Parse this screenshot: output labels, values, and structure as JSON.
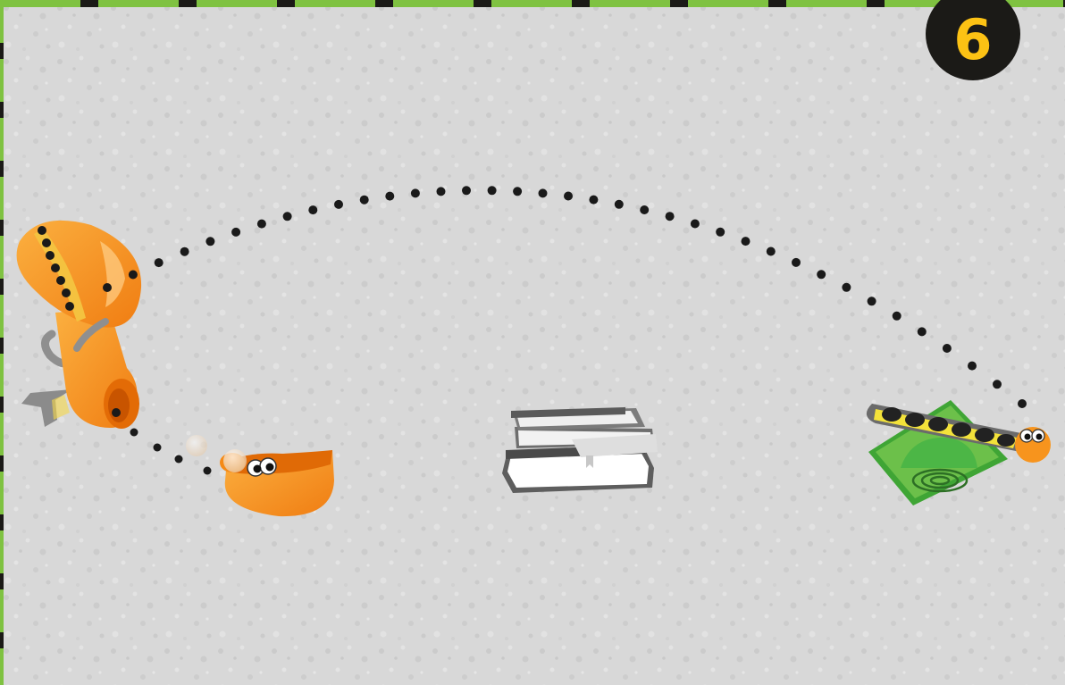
{
  "step": {
    "number": "6"
  },
  "colors": {
    "background": "#d9d9d9",
    "border_green": "#7fc241",
    "border_dark": "#1b1a17",
    "badge": "#1b1a17",
    "step_number": "#fcc214",
    "piece_orange": "#f7941d",
    "piece_green": "#6cc04a",
    "trajectory_dot": "#1a1a1a",
    "book_gray": "#707070"
  },
  "scene": {
    "pieces": [
      {
        "id": "funnel-launcher",
        "icon": "orange-funnel-launcher"
      },
      {
        "id": "catch-cup",
        "icon": "orange-catch-cup"
      },
      {
        "id": "book-stack",
        "icon": "book-stack"
      },
      {
        "id": "lever-launcher",
        "icon": "green-lever-launcher"
      }
    ],
    "trajectory": "dotted-arc"
  }
}
